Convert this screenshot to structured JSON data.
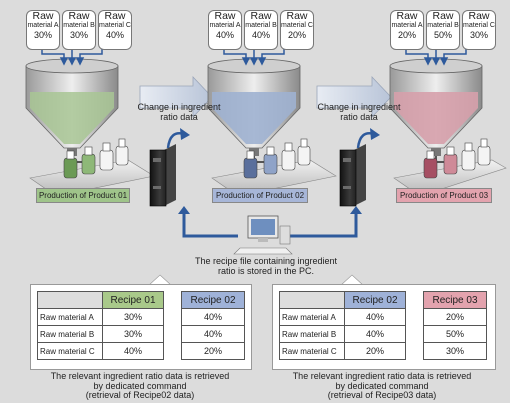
{
  "stages": [
    {
      "materials": [
        {
          "name": "Raw",
          "sub": "material A",
          "pct": "30%"
        },
        {
          "name": "Raw",
          "sub": "material B",
          "pct": "30%"
        },
        {
          "name": "Raw",
          "sub": "material C",
          "pct": "40%"
        }
      ],
      "product_label": "Production of Product 01"
    },
    {
      "materials": [
        {
          "name": "Raw",
          "sub": "material A",
          "pct": "40%"
        },
        {
          "name": "Raw",
          "sub": "material B",
          "pct": "40%"
        },
        {
          "name": "Raw",
          "sub": "material C",
          "pct": "20%"
        }
      ],
      "product_label": "Production of Product 02"
    },
    {
      "materials": [
        {
          "name": "Raw",
          "sub": "material A",
          "pct": "20%"
        },
        {
          "name": "Raw",
          "sub": "material B",
          "pct": "50%"
        },
        {
          "name": "Raw",
          "sub": "material C",
          "pct": "30%"
        }
      ],
      "product_label": "Production of Product 03"
    }
  ],
  "change_text": [
    "Change in ingredient",
    "ratio data"
  ],
  "pc_caption": [
    "The recipe file containing ingredient",
    "ratio is stored in the PC."
  ],
  "tables": [
    {
      "from_header": "Recipe 01",
      "to_header": "Recipe 02",
      "rows": [
        {
          "label": "Raw material A",
          "from": "30%",
          "to": "40%"
        },
        {
          "label": "Raw material B",
          "from": "30%",
          "to": "40%"
        },
        {
          "label": "Raw material C",
          "from": "40%",
          "to": "20%"
        }
      ],
      "caption": [
        "The relevant ingredient ratio data is retrieved",
        "by dedicated command",
        "(retrieval of Recipe02 data)"
      ]
    },
    {
      "from_header": "Recipe 02",
      "to_header": "Recipe 03",
      "rows": [
        {
          "label": "Raw material A",
          "from": "40%",
          "to": "20%"
        },
        {
          "label": "Raw material B",
          "from": "40%",
          "to": "50%"
        },
        {
          "label": "Raw material C",
          "from": "20%",
          "to": "30%"
        }
      ],
      "caption": [
        "The relevant ingredient ratio data is retrieved",
        "by dedicated command",
        "(retrieval of Recipe03 data)"
      ]
    }
  ],
  "colors": {
    "background": "#dcdcdc",
    "green_label": "#9fc48a",
    "blue_label": "#a7b6d8",
    "pink_label": "#e3a3ae",
    "green_fluid": "#a8c594",
    "blue_fluid": "#9fb1d0",
    "pink_fluid": "#d6a0ab",
    "table_header_green": "#a9c98a",
    "table_header_blue": "#9fb2d8",
    "table_header_pink": "#e3a3ae",
    "arrow_blue": "#2e5a9c"
  }
}
